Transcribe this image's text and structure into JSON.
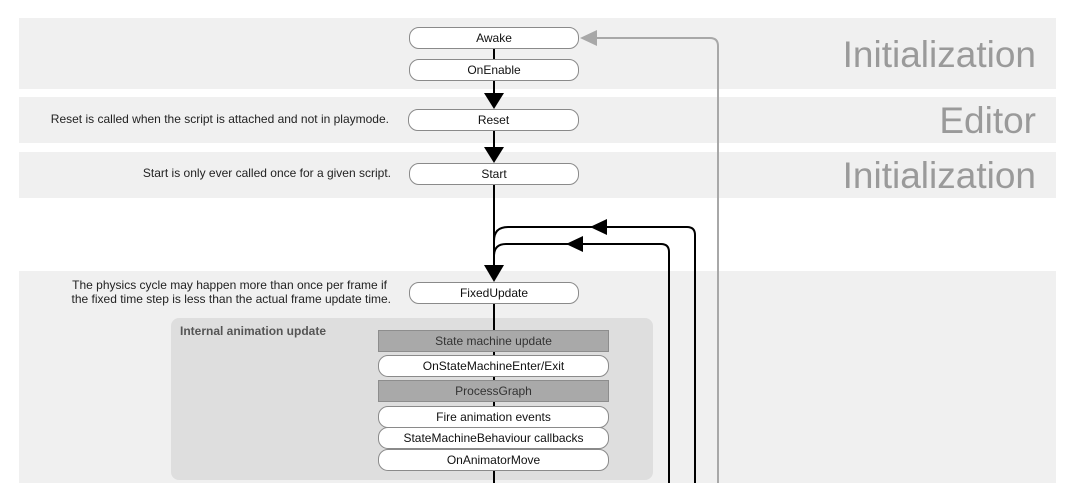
{
  "sections": {
    "init1": "Initialization",
    "editor": "Editor",
    "init2": "Initialization"
  },
  "nodes": {
    "awake": "Awake",
    "onenable": "OnEnable",
    "reset": "Reset",
    "start": "Start",
    "fixedupdate": "FixedUpdate",
    "state_machine_update": "State machine update",
    "onstatemachine": "OnStateMachineEnter/Exit",
    "processgraph": "ProcessGraph",
    "fire_events": "Fire animation events",
    "smb_callbacks": "StateMachineBehaviour callbacks",
    "onanimatormove": "OnAnimatorMove"
  },
  "notes": {
    "reset": "Reset is called when the script is attached and not in playmode.",
    "start": "Start is only ever called once for a given script.",
    "physics_line1": "The physics cycle may happen more than once per frame if",
    "physics_line2": "the fixed time step is less than the actual frame update time."
  },
  "anim": {
    "title": "Internal animation update"
  },
  "colors": {
    "band": "#f0f0f0",
    "anim_box": "#dedede",
    "gray_node": "#a9a9a9",
    "section_text": "#9a9a9a",
    "loop_line_gray": "#a8a8a8",
    "flow_line": "#000000"
  }
}
